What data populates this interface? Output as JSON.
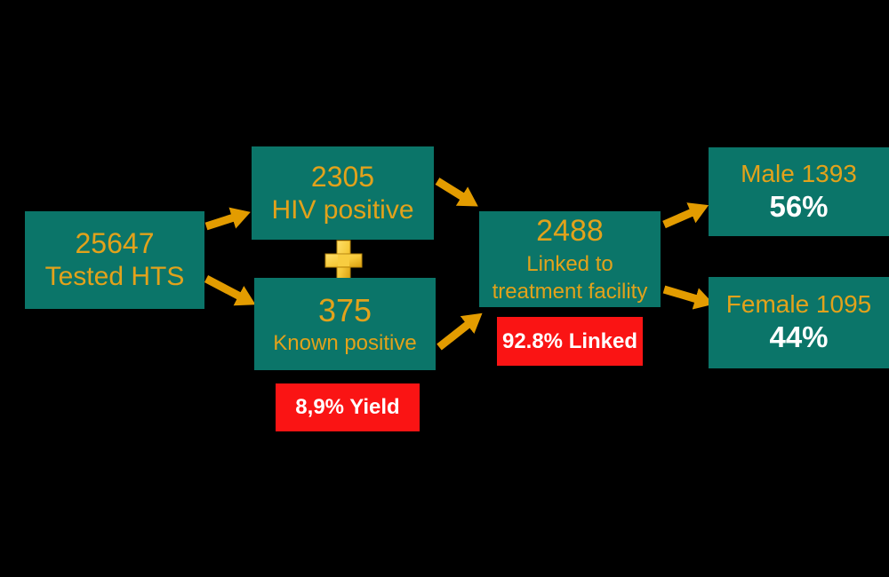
{
  "colors": {
    "background": "#000000",
    "box_teal": "#0b7569",
    "text_gold": "#e2a21b",
    "arrow_gold": "#e39c00",
    "badge_red": "#fa1414",
    "text_white": "#ffffff",
    "plus_light": "#ffe06a",
    "plus_dark": "#d89e0e"
  },
  "nodes": {
    "tested": {
      "value": "25647",
      "label": "Tested HTS"
    },
    "hiv_positive": {
      "value": "2305",
      "label": "HIV positive"
    },
    "known_positive": {
      "value": "375",
      "label": "Known positive"
    },
    "linked": {
      "value": "2488",
      "label_line1": "Linked to",
      "label_line2": "treatment facility"
    },
    "male": {
      "label": "Male 1393",
      "percent": "56%"
    },
    "female": {
      "label": "Female 1095",
      "percent": "44%"
    }
  },
  "badges": {
    "yield": "8,9% Yield",
    "linked": "92.8% Linked"
  },
  "icons": {
    "plus": "+"
  }
}
